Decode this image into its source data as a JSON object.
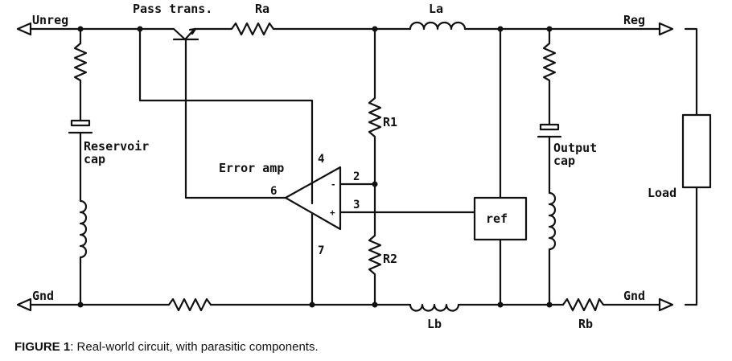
{
  "labels": {
    "unreg": "Unreg",
    "reg": "Reg",
    "gnd_left": "Gnd",
    "gnd_right": "Gnd",
    "pass_trans": "Pass trans.",
    "ra": "Ra",
    "la": "La",
    "lb": "Lb",
    "rb": "Rb",
    "r1": "R1",
    "r2": "R2",
    "reservoir_cap": [
      "Reservoir",
      "cap"
    ],
    "output_cap": [
      "Output",
      "cap"
    ],
    "error_amp": "Error amp",
    "ref": "ref",
    "load": "Load",
    "minus": "-",
    "plus": "+"
  },
  "pins": {
    "p2": "2",
    "p3": "3",
    "p4": "4",
    "p6": "6",
    "p7": "7"
  },
  "caption": {
    "figure": "FIGURE 1",
    "text": ": Real-world circuit, with parasitic components."
  }
}
